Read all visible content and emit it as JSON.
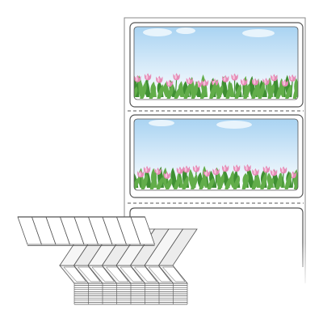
{
  "scene": {
    "subject": "fanfold-label-roll",
    "colors": {
      "background": "#ffffff",
      "outline": "#555555",
      "fold_edge": "#888888",
      "sky_top": "#a9d3f2",
      "sky_bottom": "#ffffff",
      "leaf": "#62ad4a",
      "leaf_dark": "#3f8f32",
      "tulip": "#e58bb6",
      "tulip_light": "#f6c3dc",
      "stack_fill": "#f4f4f4"
    },
    "labels_visible_full": 2,
    "labels_visible_partial": 1,
    "stack_columns": 8,
    "stack_layers": 10
  }
}
